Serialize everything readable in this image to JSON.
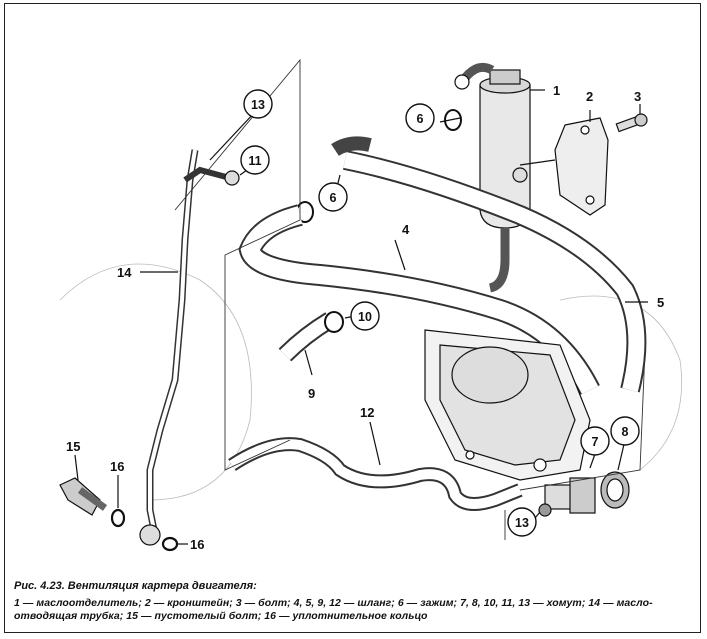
{
  "caption": {
    "title": "Рис. 4.23. Вентиляция картера двигателя:",
    "legend_line1": "1 — маслоотделитель; 2 — кронштейн; 3 — болт; 4, 5, 9, 12 — шланг; 6 — зажим; 7, 8, 10, 11, 13 — хомут; 14 — масло-",
    "legend_line2": "отводящая трубка; 15 — пустотелый болт; 16 — уплотнительное кольцо"
  },
  "labels": {
    "l1": "1",
    "l2": "2",
    "l3": "3",
    "l4": "4",
    "l5": "5",
    "l6a": "6",
    "l6b": "6",
    "l7": "7",
    "l8": "8",
    "l9": "9",
    "l10": "10",
    "l11": "11",
    "l12": "12",
    "l13a": "13",
    "l13b": "13",
    "l14": "14",
    "l15": "15",
    "l16a": "16",
    "l16b": "16"
  }
}
